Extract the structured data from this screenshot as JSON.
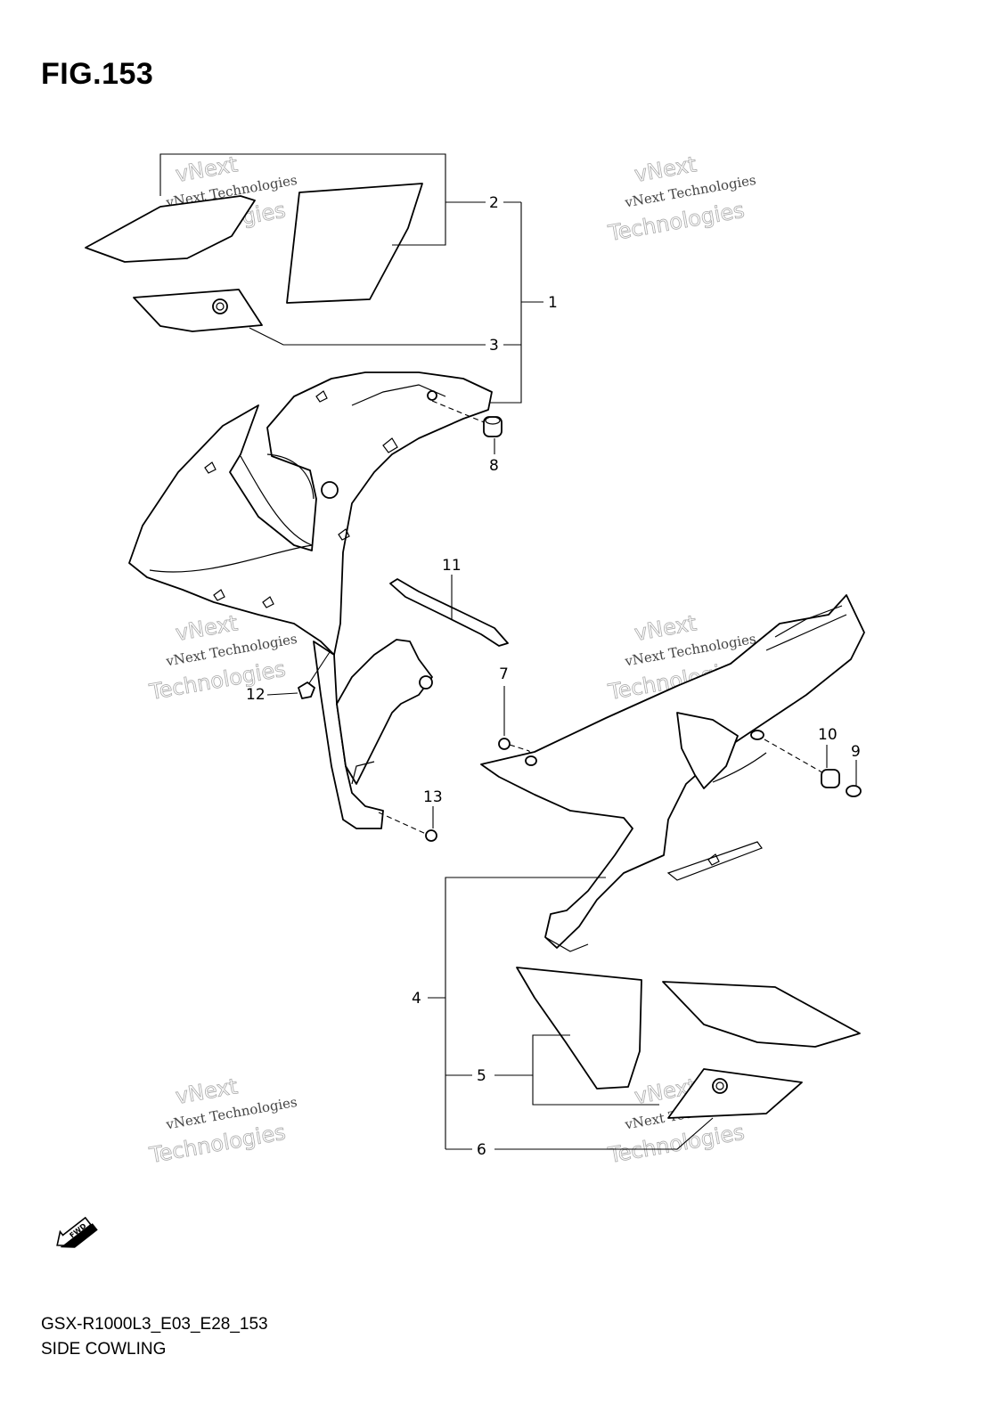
{
  "figure": {
    "title": "FIG.153",
    "model_code": "GSX-R1000L3_E03_E28_153",
    "section_name": "SIDE COWLING"
  },
  "callouts": [
    "1",
    "2",
    "3",
    "4",
    "5",
    "6",
    "7",
    "8",
    "9",
    "10",
    "11",
    "12",
    "13"
  ],
  "watermark": {
    "line1": "vNext",
    "line2": "vNext Technologies",
    "line3": "Technologies"
  },
  "fwd_badge": {
    "label": "FWD",
    "icon": "fwd-arrow-icon"
  }
}
